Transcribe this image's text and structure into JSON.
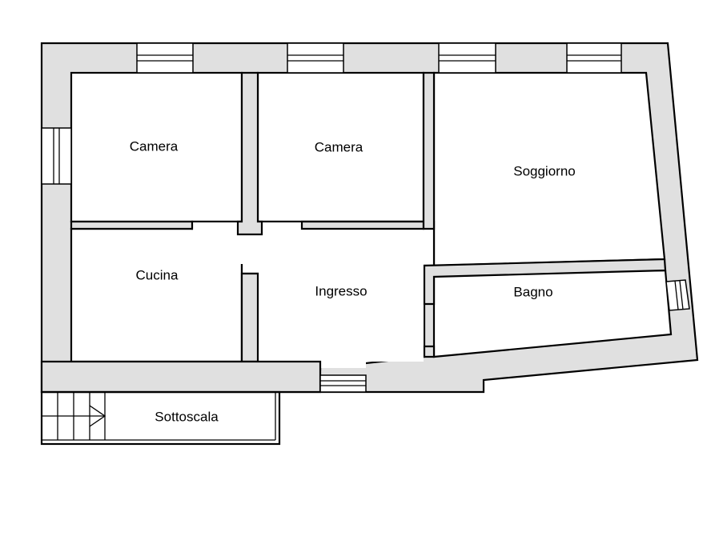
{
  "plan": {
    "rooms": {
      "camera_left": "Camera",
      "camera_center": "Camera",
      "soggiorno": "Soggiorno",
      "cucina": "Cucina",
      "ingresso": "Ingresso",
      "bagno": "Bagno",
      "sottoscala": "Sottoscala"
    },
    "colors": {
      "wall_fill": "#e0e0e0",
      "line": "#000000",
      "background": "#ffffff"
    }
  }
}
